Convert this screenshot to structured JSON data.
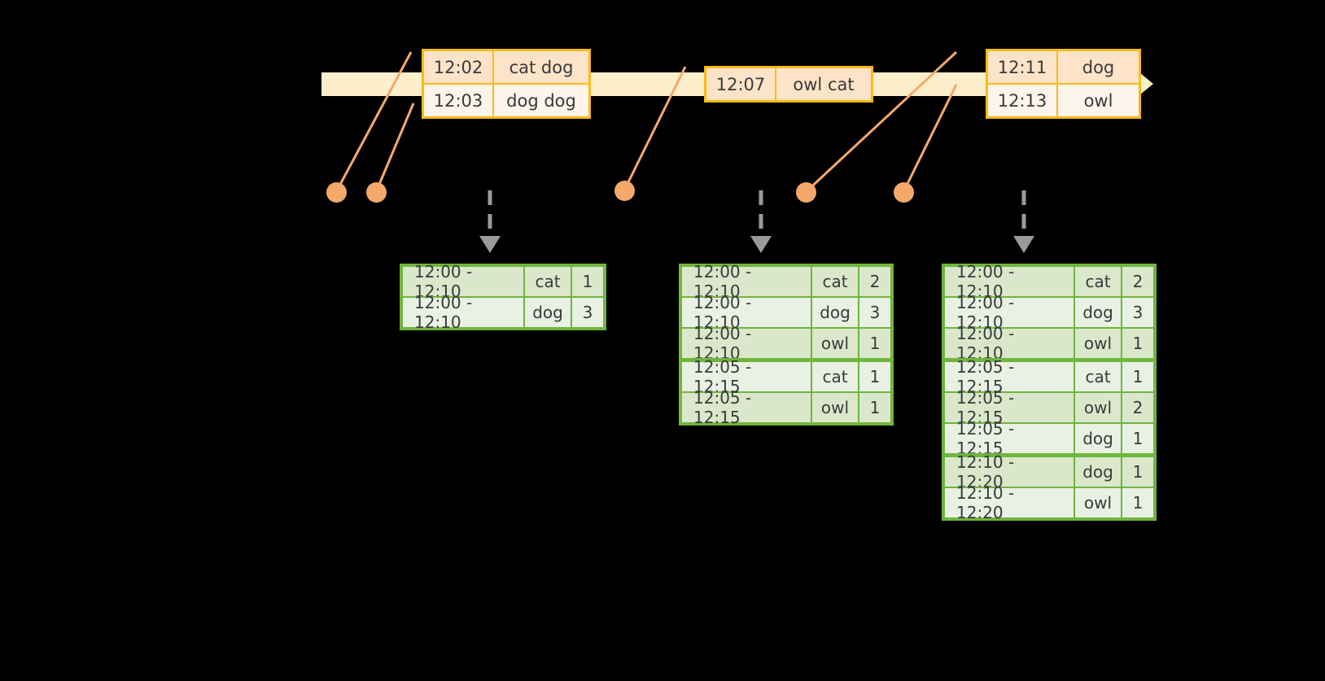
{
  "diagram": {
    "title": "streaming-windowed-aggregation",
    "colors": {
      "timeline_fill": "#FDEFCB",
      "event_border": "#FDBB12",
      "event_fill_alt": "#FDE3C8",
      "event_fill_plain": "#FDF4EC",
      "dot": "#F4A96A",
      "leader_line": "#F4A96A",
      "table_border": "#6FB63C",
      "table_fill_shade": "#DAE7CB",
      "table_fill_light": "#E9F0E4",
      "dashed_arrow": "#9A9A9A",
      "background": "#000000"
    }
  },
  "timeline": {
    "name": "event-time-axis",
    "arrow_direction": "right"
  },
  "event_boxes": [
    {
      "name": "event-box-1",
      "rows": [
        {
          "time": "12:02",
          "value": "cat dog"
        },
        {
          "time": "12:03",
          "value": "dog dog"
        }
      ]
    },
    {
      "name": "event-box-2",
      "rows": [
        {
          "time": "12:07",
          "value": "owl cat"
        }
      ]
    },
    {
      "name": "event-box-3",
      "rows": [
        {
          "time": "12:11",
          "value": "dog"
        },
        {
          "time": "12:13",
          "value": "owl"
        }
      ]
    }
  ],
  "result_tables": [
    {
      "name": "result-table-1",
      "rows": [
        {
          "window": "12:00 - 12:10",
          "key": "cat",
          "count": "1",
          "shade": "shade",
          "group": 0
        },
        {
          "window": "12:00 - 12:10",
          "key": "dog",
          "count": "3",
          "shade": "light",
          "group": 0
        }
      ]
    },
    {
      "name": "result-table-2",
      "rows": [
        {
          "window": "12:00 - 12:10",
          "key": "cat",
          "count": "2",
          "shade": "shade",
          "group": 0
        },
        {
          "window": "12:00 - 12:10",
          "key": "dog",
          "count": "3",
          "shade": "light",
          "group": 0
        },
        {
          "window": "12:00 - 12:10",
          "key": "owl",
          "count": "1",
          "shade": "shade",
          "group": 0
        },
        {
          "window": "12:05 - 12:15",
          "key": "cat",
          "count": "1",
          "shade": "light",
          "group": 1
        },
        {
          "window": "12:05 - 12:15",
          "key": "owl",
          "count": "1",
          "shade": "shade",
          "group": 1
        }
      ]
    },
    {
      "name": "result-table-3",
      "rows": [
        {
          "window": "12:00 - 12:10",
          "key": "cat",
          "count": "2",
          "shade": "shade",
          "group": 0
        },
        {
          "window": "12:00 - 12:10",
          "key": "dog",
          "count": "3",
          "shade": "light",
          "group": 0
        },
        {
          "window": "12:00 - 12:10",
          "key": "owl",
          "count": "1",
          "shade": "shade",
          "group": 0
        },
        {
          "window": "12:05 - 12:15",
          "key": "cat",
          "count": "1",
          "shade": "light",
          "group": 1
        },
        {
          "window": "12:05 - 12:15",
          "key": "owl",
          "count": "2",
          "shade": "shade",
          "group": 1
        },
        {
          "window": "12:05 - 12:15",
          "key": "dog",
          "count": "1",
          "shade": "light",
          "group": 1
        },
        {
          "window": "12:10 - 12:20",
          "key": "dog",
          "count": "1",
          "shade": "shade",
          "group": 2
        },
        {
          "window": "12:10 - 12:20",
          "key": "owl",
          "count": "1",
          "shade": "light",
          "group": 2
        }
      ]
    }
  ],
  "dots": [
    {
      "name": "event-dot-1"
    },
    {
      "name": "event-dot-2"
    },
    {
      "name": "event-dot-3"
    },
    {
      "name": "event-dot-4"
    },
    {
      "name": "event-dot-5"
    }
  ],
  "dashed_arrows": [
    {
      "name": "dashed-arrow-to-table-1"
    },
    {
      "name": "dashed-arrow-to-table-2"
    },
    {
      "name": "dashed-arrow-to-table-3"
    }
  ]
}
